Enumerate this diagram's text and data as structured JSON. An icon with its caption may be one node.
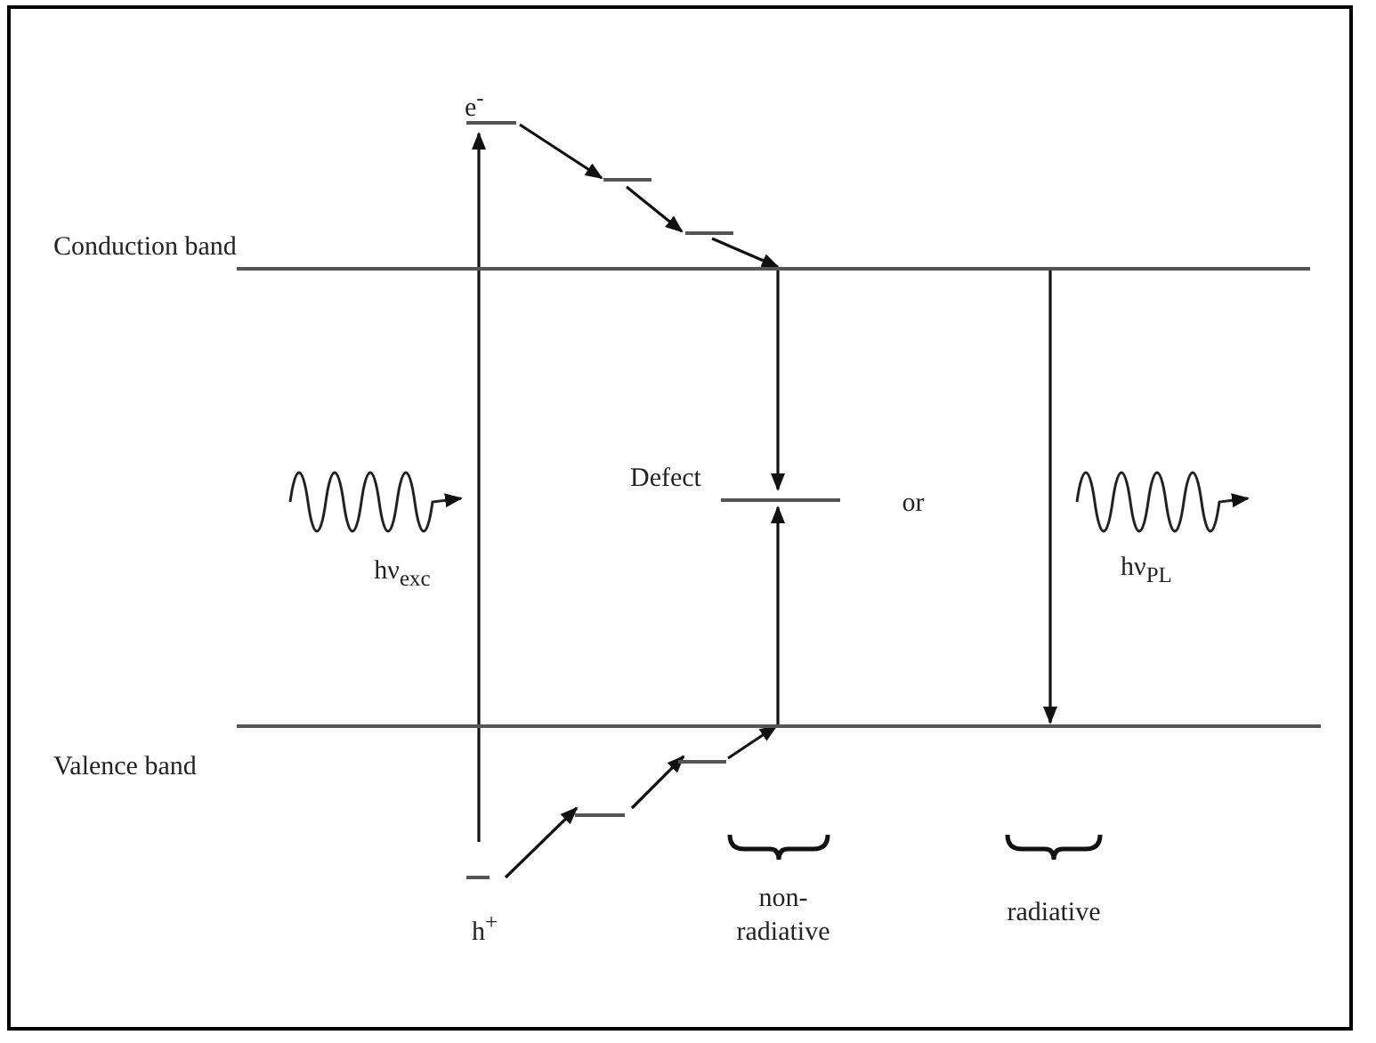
{
  "diagram": {
    "nodes": [
      {
        "text": [
          "Conduction band"
        ]
      },
      {
        "text": [
          "Valence band"
        ]
      },
      {
        "text": [
          "e$^{-}$"
        ]
      },
      {
        "text": [],
        "shape": "bar"
      },
      {
        "text": [],
        "shape": "bar"
      },
      {
        "text": [
          "Defect"
        ]
      },
      {
        "text": [
          "h$^{+}$"
        ]
      },
      {
        "text": [],
        "shape": "bar"
      },
      {
        "text": [],
        "shape": "bar"
      }
    ],
    "edges": [
      {
        "from": 6,
        "to": 2,
        "arrow": "to"
      },
      {
        "from": 2,
        "to": 3,
        "arrow": "to"
      },
      {
        "from": 3,
        "to": 4,
        "arrow": "to"
      },
      {
        "from": 4,
        "to": 0,
        "arrow": "to"
      },
      {
        "from": 0,
        "to": 5,
        "arrow": "to"
      },
      {
        "from": 1,
        "to": 5,
        "arrow": "to"
      },
      {
        "from": 6,
        "to": 7,
        "arrow": "to"
      },
      {
        "from": 7,
        "to": 8,
        "arrow": "to"
      },
      {
        "from": 8,
        "to": 1,
        "arrow": "to"
      },
      {
        "from": 0,
        "to": 1,
        "arrow": "to"
      }
    ],
    "labels": [
      "hν$_{exc}$",
      "or",
      "hν$_{PL}$",
      "non- radiative",
      "radiative"
    ]
  }
}
